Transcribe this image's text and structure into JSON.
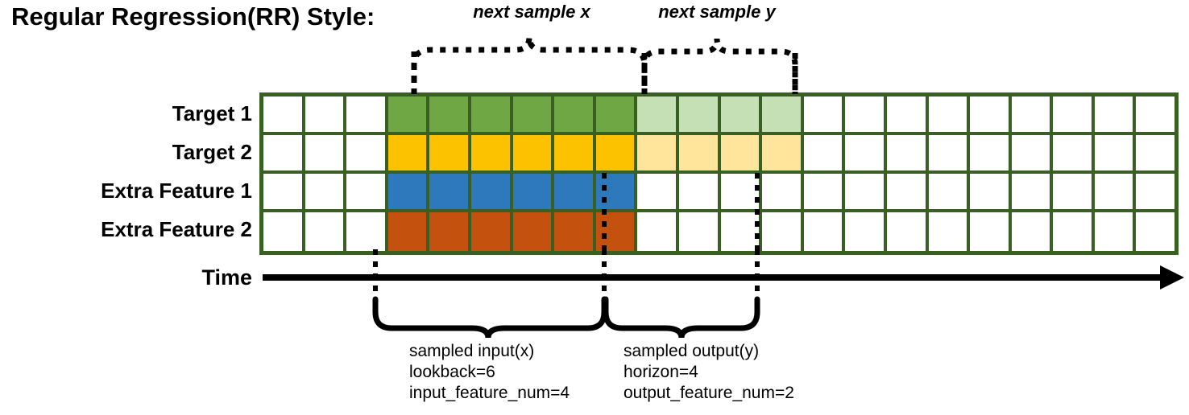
{
  "title": "Regular Regression(RR) Style:",
  "rows": [
    {
      "label": "Target 1",
      "name": "target-1"
    },
    {
      "label": "Target 2",
      "name": "target-2"
    },
    {
      "label": "Extra Feature 1",
      "name": "extra-feature-1"
    },
    {
      "label": "Extra Feature 2",
      "name": "extra-feature-2"
    }
  ],
  "axis": {
    "label": "Time"
  },
  "grid": {
    "columns": 22,
    "lookback_start_col": 3,
    "lookback_cols": 6,
    "horizon_cols": 4,
    "colors": {
      "border": "#3a5f22",
      "empty": "#ffffff",
      "target1_input": "#6fa744",
      "target1_output": "#c5e0b4",
      "target2_input": "#fcc200",
      "target2_output": "#ffe49b",
      "feature1_input": "#2e78bc",
      "feature2_input": "#c4510e"
    },
    "cell_fills": [
      [
        "#ffffff",
        "#ffffff",
        "#ffffff",
        "#6fa744",
        "#6fa744",
        "#6fa744",
        "#6fa744",
        "#6fa744",
        "#6fa744",
        "#c5e0b4",
        "#c5e0b4",
        "#c5e0b4",
        "#c5e0b4",
        "#ffffff",
        "#ffffff",
        "#ffffff",
        "#ffffff",
        "#ffffff",
        "#ffffff",
        "#ffffff",
        "#ffffff",
        "#ffffff"
      ],
      [
        "#ffffff",
        "#ffffff",
        "#ffffff",
        "#fcc200",
        "#fcc200",
        "#fcc200",
        "#fcc200",
        "#fcc200",
        "#fcc200",
        "#ffe49b",
        "#ffe49b",
        "#ffe49b",
        "#ffe49b",
        "#ffffff",
        "#ffffff",
        "#ffffff",
        "#ffffff",
        "#ffffff",
        "#ffffff",
        "#ffffff",
        "#ffffff",
        "#ffffff"
      ],
      [
        "#ffffff",
        "#ffffff",
        "#ffffff",
        "#2e78bc",
        "#2e78bc",
        "#2e78bc",
        "#2e78bc",
        "#2e78bc",
        "#2e78bc",
        "#ffffff",
        "#ffffff",
        "#ffffff",
        "#ffffff",
        "#ffffff",
        "#ffffff",
        "#ffffff",
        "#ffffff",
        "#ffffff",
        "#ffffff",
        "#ffffff",
        "#ffffff",
        "#ffffff"
      ],
      [
        "#ffffff",
        "#ffffff",
        "#ffffff",
        "#c4510e",
        "#c4510e",
        "#c4510e",
        "#c4510e",
        "#c4510e",
        "#c4510e",
        "#ffffff",
        "#ffffff",
        "#ffffff",
        "#ffffff",
        "#ffffff",
        "#ffffff",
        "#ffffff",
        "#ffffff",
        "#ffffff",
        "#ffffff",
        "#ffffff",
        "#ffffff",
        "#ffffff"
      ]
    ]
  },
  "annotations": {
    "top_left": {
      "text": "next sample x"
    },
    "top_right": {
      "text": "next sample y"
    },
    "bottom_left": {
      "line1": "sampled input(x)",
      "line2": "lookback=6",
      "line3": "input_feature_num=4"
    },
    "bottom_right": {
      "line1": "sampled output(y)",
      "line2": "horizon=4",
      "line3": "output_feature_num=2"
    }
  }
}
